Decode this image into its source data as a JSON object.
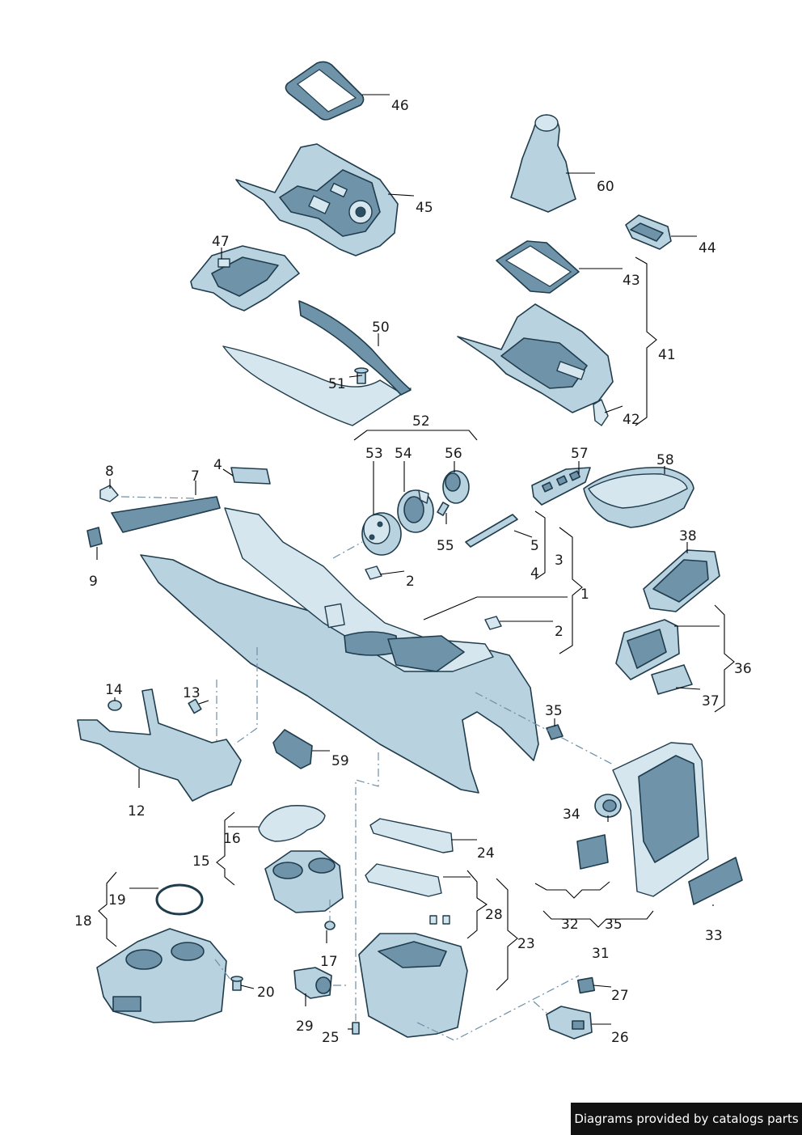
{
  "footer": {
    "credit": "Diagrams provided by catalogs parts"
  },
  "colors": {
    "part_fill": "#b9d2df",
    "part_stroke": "#1f3c4c",
    "background": "#ffffff",
    "footer_bg": "#111111"
  },
  "labels": {
    "l1": "1",
    "l2": "2",
    "l3": "3",
    "l4": "4",
    "l5": "5",
    "l7": "7",
    "l8": "8",
    "l9": "9",
    "l12": "12",
    "l13": "13",
    "l14": "14",
    "l15": "15",
    "l16": "16",
    "l17": "17",
    "l18": "18",
    "l19": "19",
    "l20": "20",
    "l23": "23",
    "l24": "24",
    "l25": "25",
    "l26": "26",
    "l27": "27",
    "l28": "28",
    "l29": "29",
    "l31": "31",
    "l32": "32",
    "l33": "33",
    "l34": "34",
    "l35": "35",
    "l36": "36",
    "l37": "37",
    "l38": "38",
    "l41": "41",
    "l42": "42",
    "l43": "43",
    "l44": "44",
    "l45": "45",
    "l46": "46",
    "l47": "47",
    "l50": "50",
    "l51": "51",
    "l52": "52",
    "l53": "53",
    "l54": "54",
    "l55": "55",
    "l56": "56",
    "l57": "57",
    "l58": "58",
    "l59": "59",
    "l60": "60"
  }
}
